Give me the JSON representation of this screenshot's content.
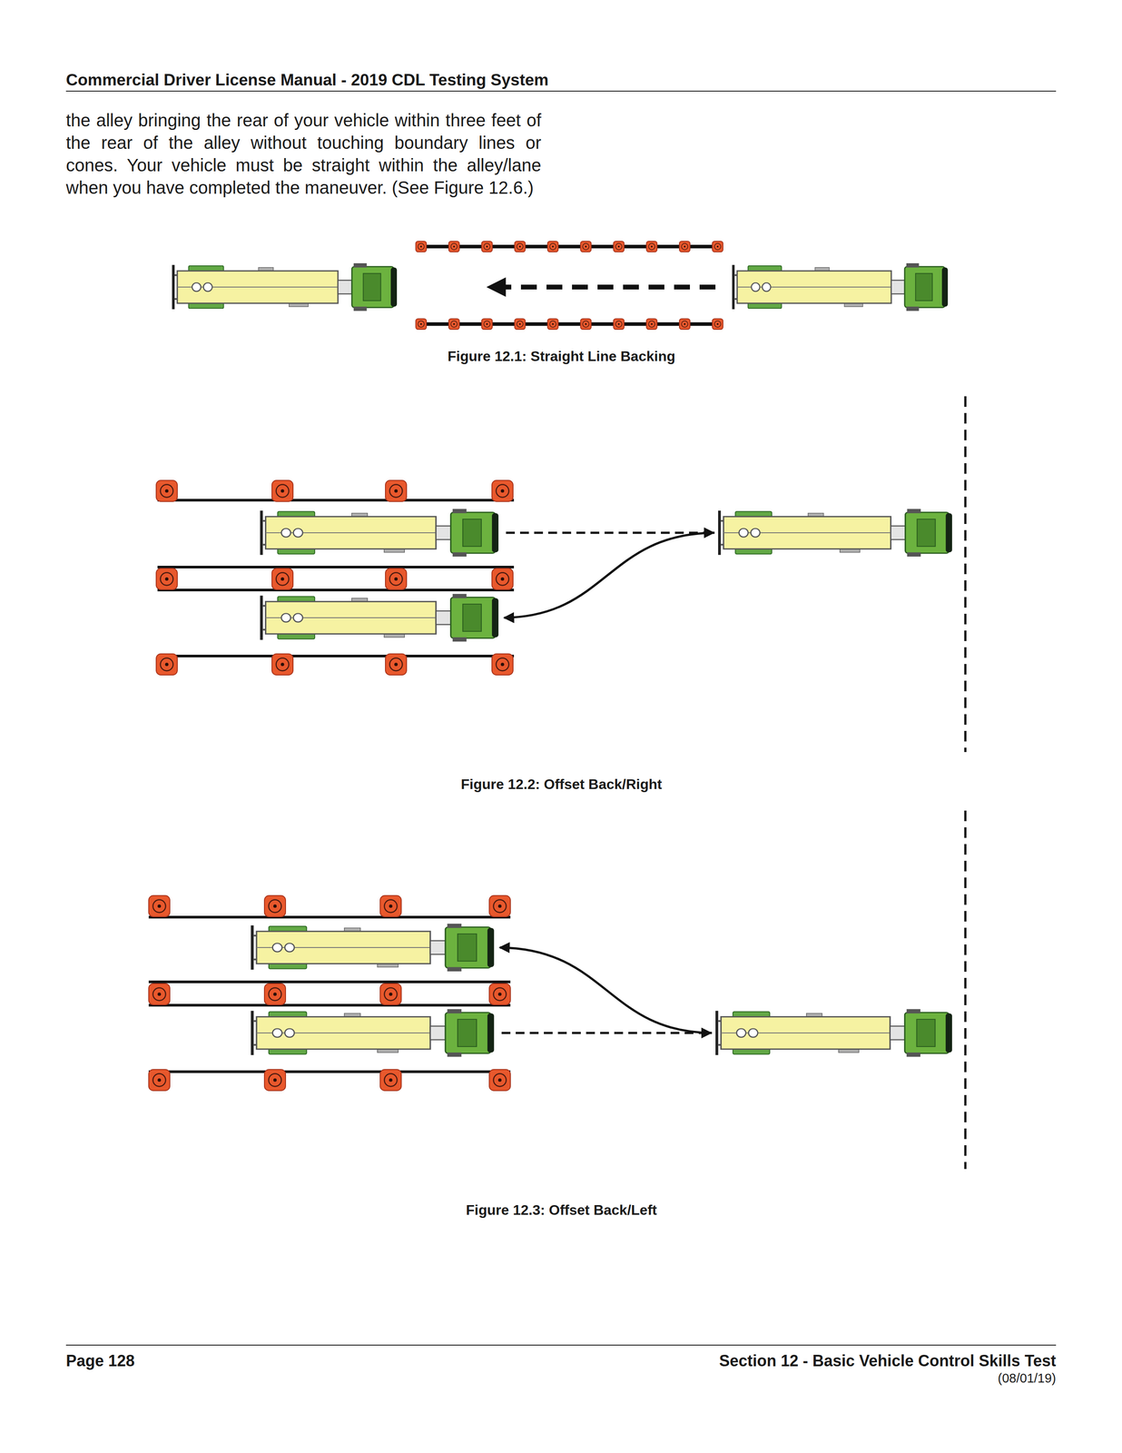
{
  "diagram": {
    "title": "Commercial Driver License Manual - 2019 CDL Testing System",
    "labels": [
      "the alley bringing the rear of your vehicle within three feet of the rear of the alley without touching boundary lines or cones. Your vehicle must be straight within the alley/lane when you have completed the maneuver. (See Figure 12.6.)",
      "Figure 12.1: Straight Line Backing",
      "Figure 12.2: Offset Back/Right",
      "Figure 12.3: Offset Back/Left",
      "Page 128",
      "Section 12 - Basic Vehicle Control Skills Test",
      "(08/01/19)"
    ]
  }
}
